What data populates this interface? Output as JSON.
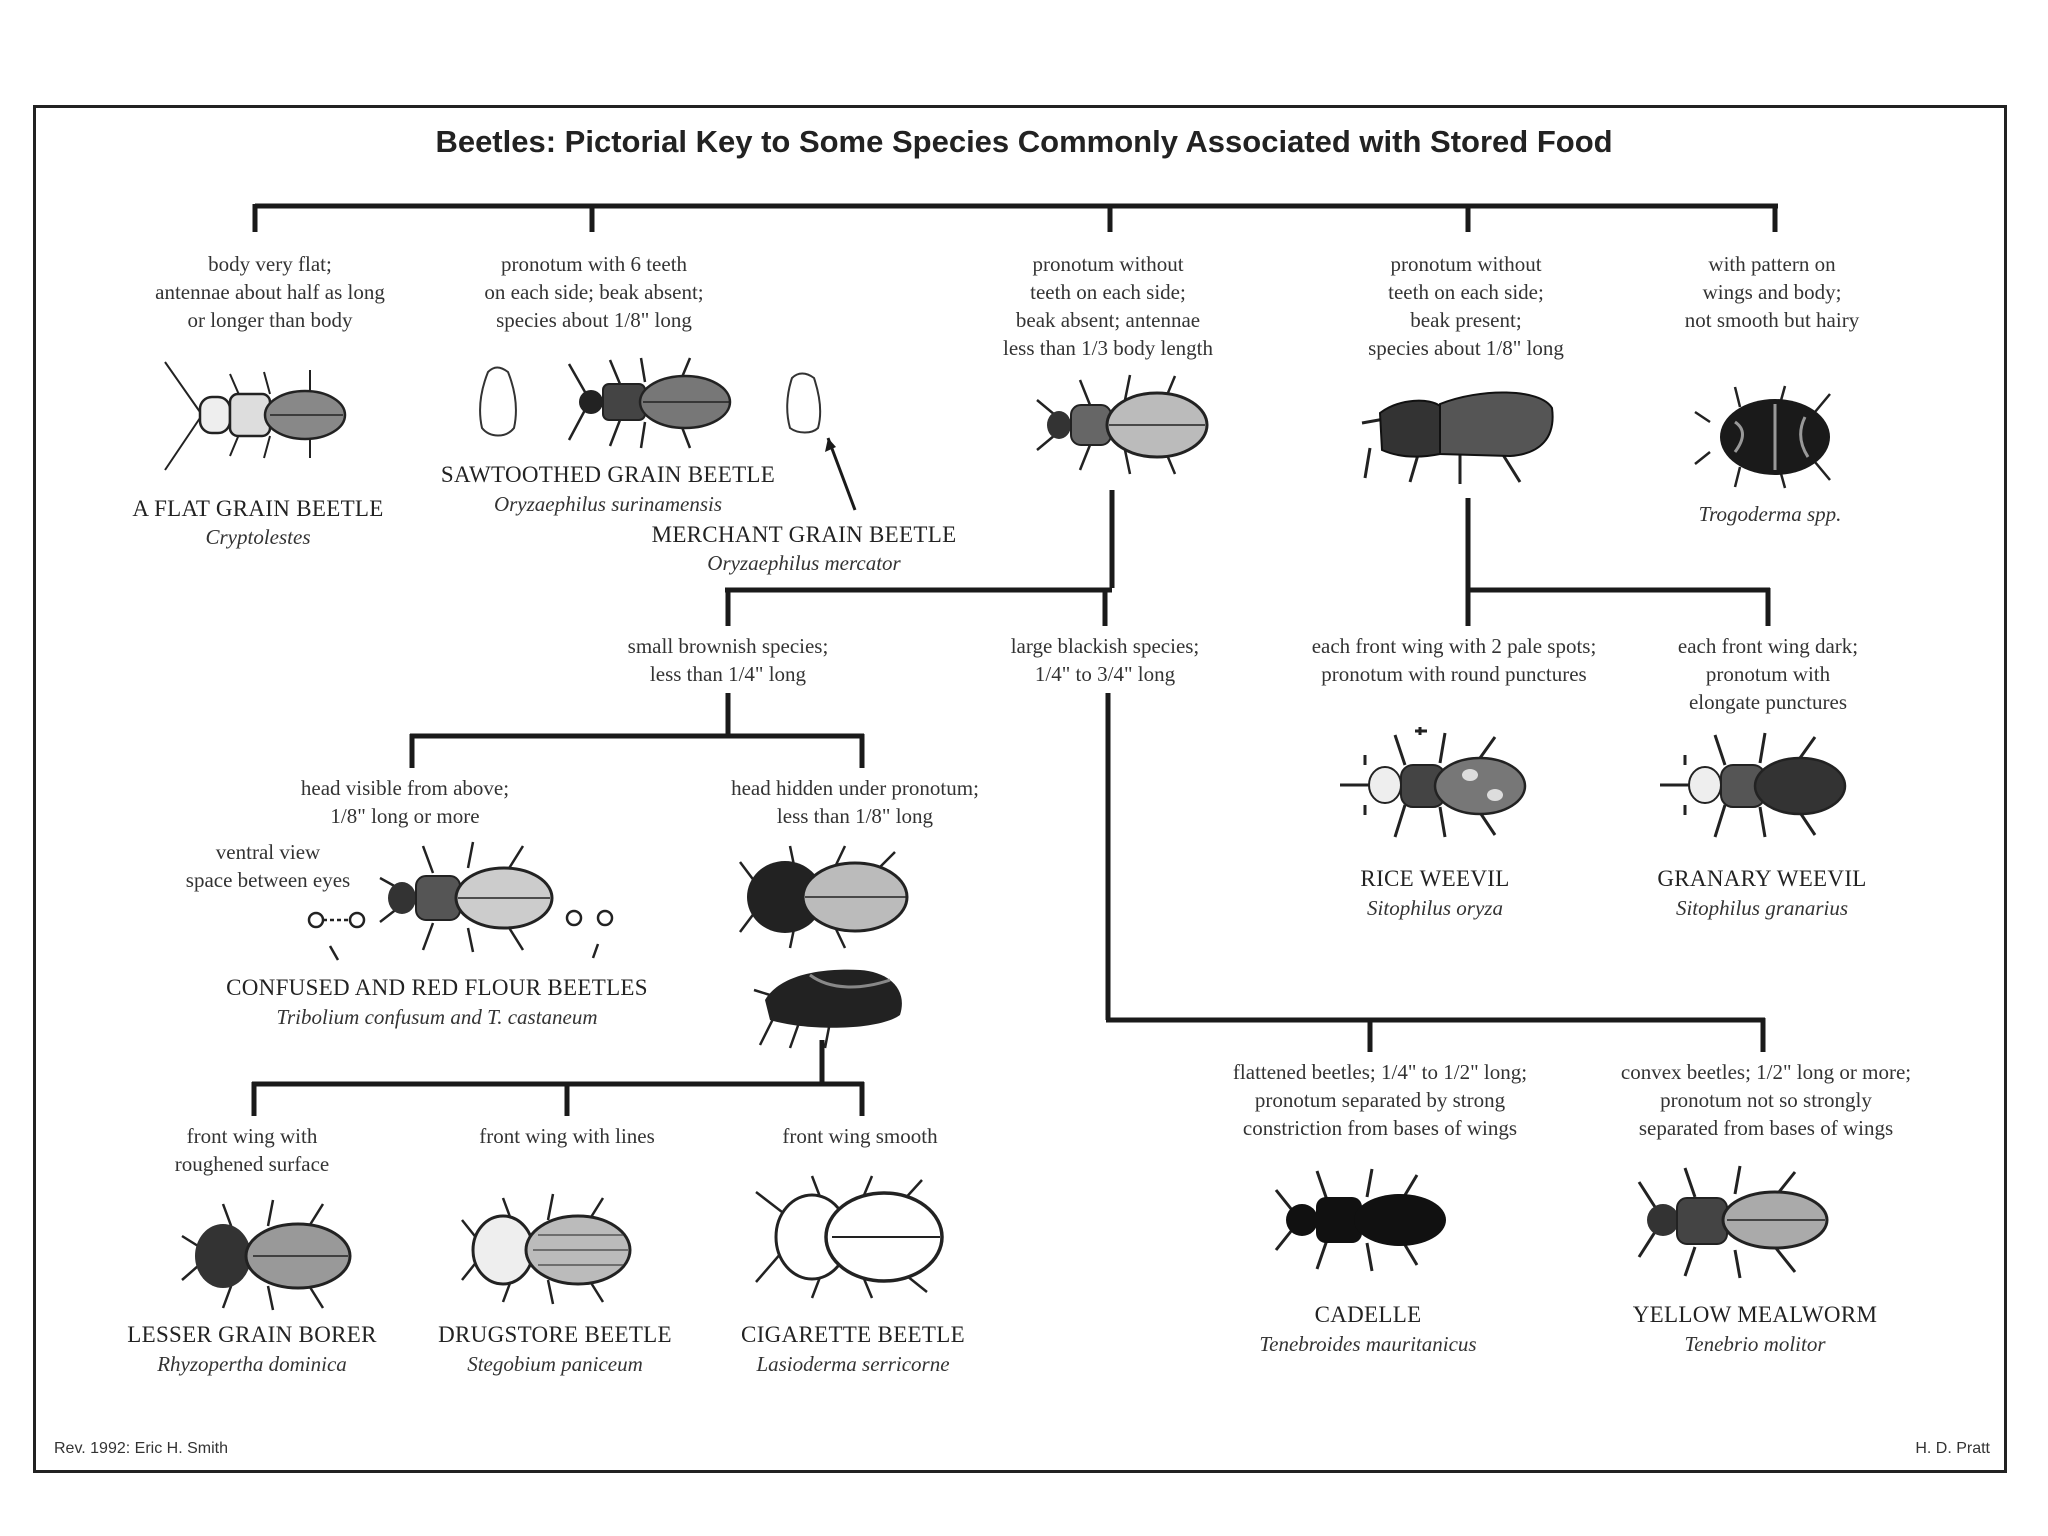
{
  "title": "Beetles: Pictorial Key to Some Species Commonly Associated with Stored Food",
  "criteria": {
    "flat": [
      "body very flat;",
      "antennae about half as long",
      "or longer than body"
    ],
    "teeth6": [
      "pronotum with 6 teeth",
      "on each side; beak absent;",
      "species about 1/8\" long"
    ],
    "noteeth_nobeak": [
      "pronotum without",
      "teeth on each side;",
      "beak absent; antennae",
      "less than 1/3 body length"
    ],
    "noteeth_beak": [
      "pronotum without",
      "teeth on each side;",
      "beak present;",
      "species about 1/8\" long"
    ],
    "hairy": [
      "with pattern on",
      "wings and body;",
      "not smooth but hairy"
    ],
    "small_brown": [
      "small brownish species;",
      "less than 1/4\" long"
    ],
    "large_black": [
      "large blackish species;",
      "1/4\" to 3/4\" long"
    ],
    "pale_spots": [
      "each front wing with 2 pale spots;",
      "pronotum with round punctures"
    ],
    "wing_dark": [
      "each front wing dark;",
      "pronotum with",
      "elongate punctures"
    ],
    "head_visible": [
      "head visible from above;",
      "1/8\" long or more"
    ],
    "head_hidden": [
      "head hidden under pronotum;",
      "less than 1/8\" long"
    ],
    "ventral": [
      "ventral view",
      "space between eyes"
    ],
    "roughened": [
      "front wing with",
      "roughened surface"
    ],
    "lines": [
      "front wing with lines"
    ],
    "smooth": [
      "front wing smooth"
    ],
    "flattened": [
      "flattened beetles; 1/4\" to 1/2\" long;",
      "pronotum separated by strong",
      "constriction from bases of wings"
    ],
    "convex": [
      "convex beetles; 1/2\" long or more;",
      "pronotum not so strongly",
      "separated from bases of wings"
    ]
  },
  "species": {
    "flat_grain": {
      "common": "A FLAT GRAIN BEETLE",
      "sci": "Cryptolestes"
    },
    "sawtoothed": {
      "common": "SAWTOOTHED GRAIN BEETLE",
      "sci": "Oryzaephilus surinamensis"
    },
    "merchant": {
      "common": "MERCHANT GRAIN BEETLE",
      "sci": "Oryzaephilus mercator"
    },
    "trogoderma": {
      "sci": "Trogoderma spp."
    },
    "rice": {
      "common": "RICE WEEVIL",
      "sci": "Sitophilus oryza"
    },
    "granary": {
      "common": "GRANARY WEEVIL",
      "sci": "Sitophilus granarius"
    },
    "flour": {
      "common": "CONFUSED AND RED FLOUR BEETLES",
      "sci": "Tribolium confusum and T. castaneum"
    },
    "lesser": {
      "common": "LESSER GRAIN BORER",
      "sci": "Rhyzopertha dominica"
    },
    "drugstore": {
      "common": "DRUGSTORE BEETLE",
      "sci": "Stegobium paniceum"
    },
    "cigarette": {
      "common": "CIGARETTE BEETLE",
      "sci": "Lasioderma serricorne"
    },
    "cadelle": {
      "common": "CADELLE",
      "sci": "Tenebroides mauritanicus"
    },
    "mealworm": {
      "common": "YELLOW MEALWORM",
      "sci": "Tenebrio molitor"
    }
  },
  "footer": {
    "left": "Rev. 1992: Eric H. Smith",
    "right": "H. D. Pratt"
  }
}
